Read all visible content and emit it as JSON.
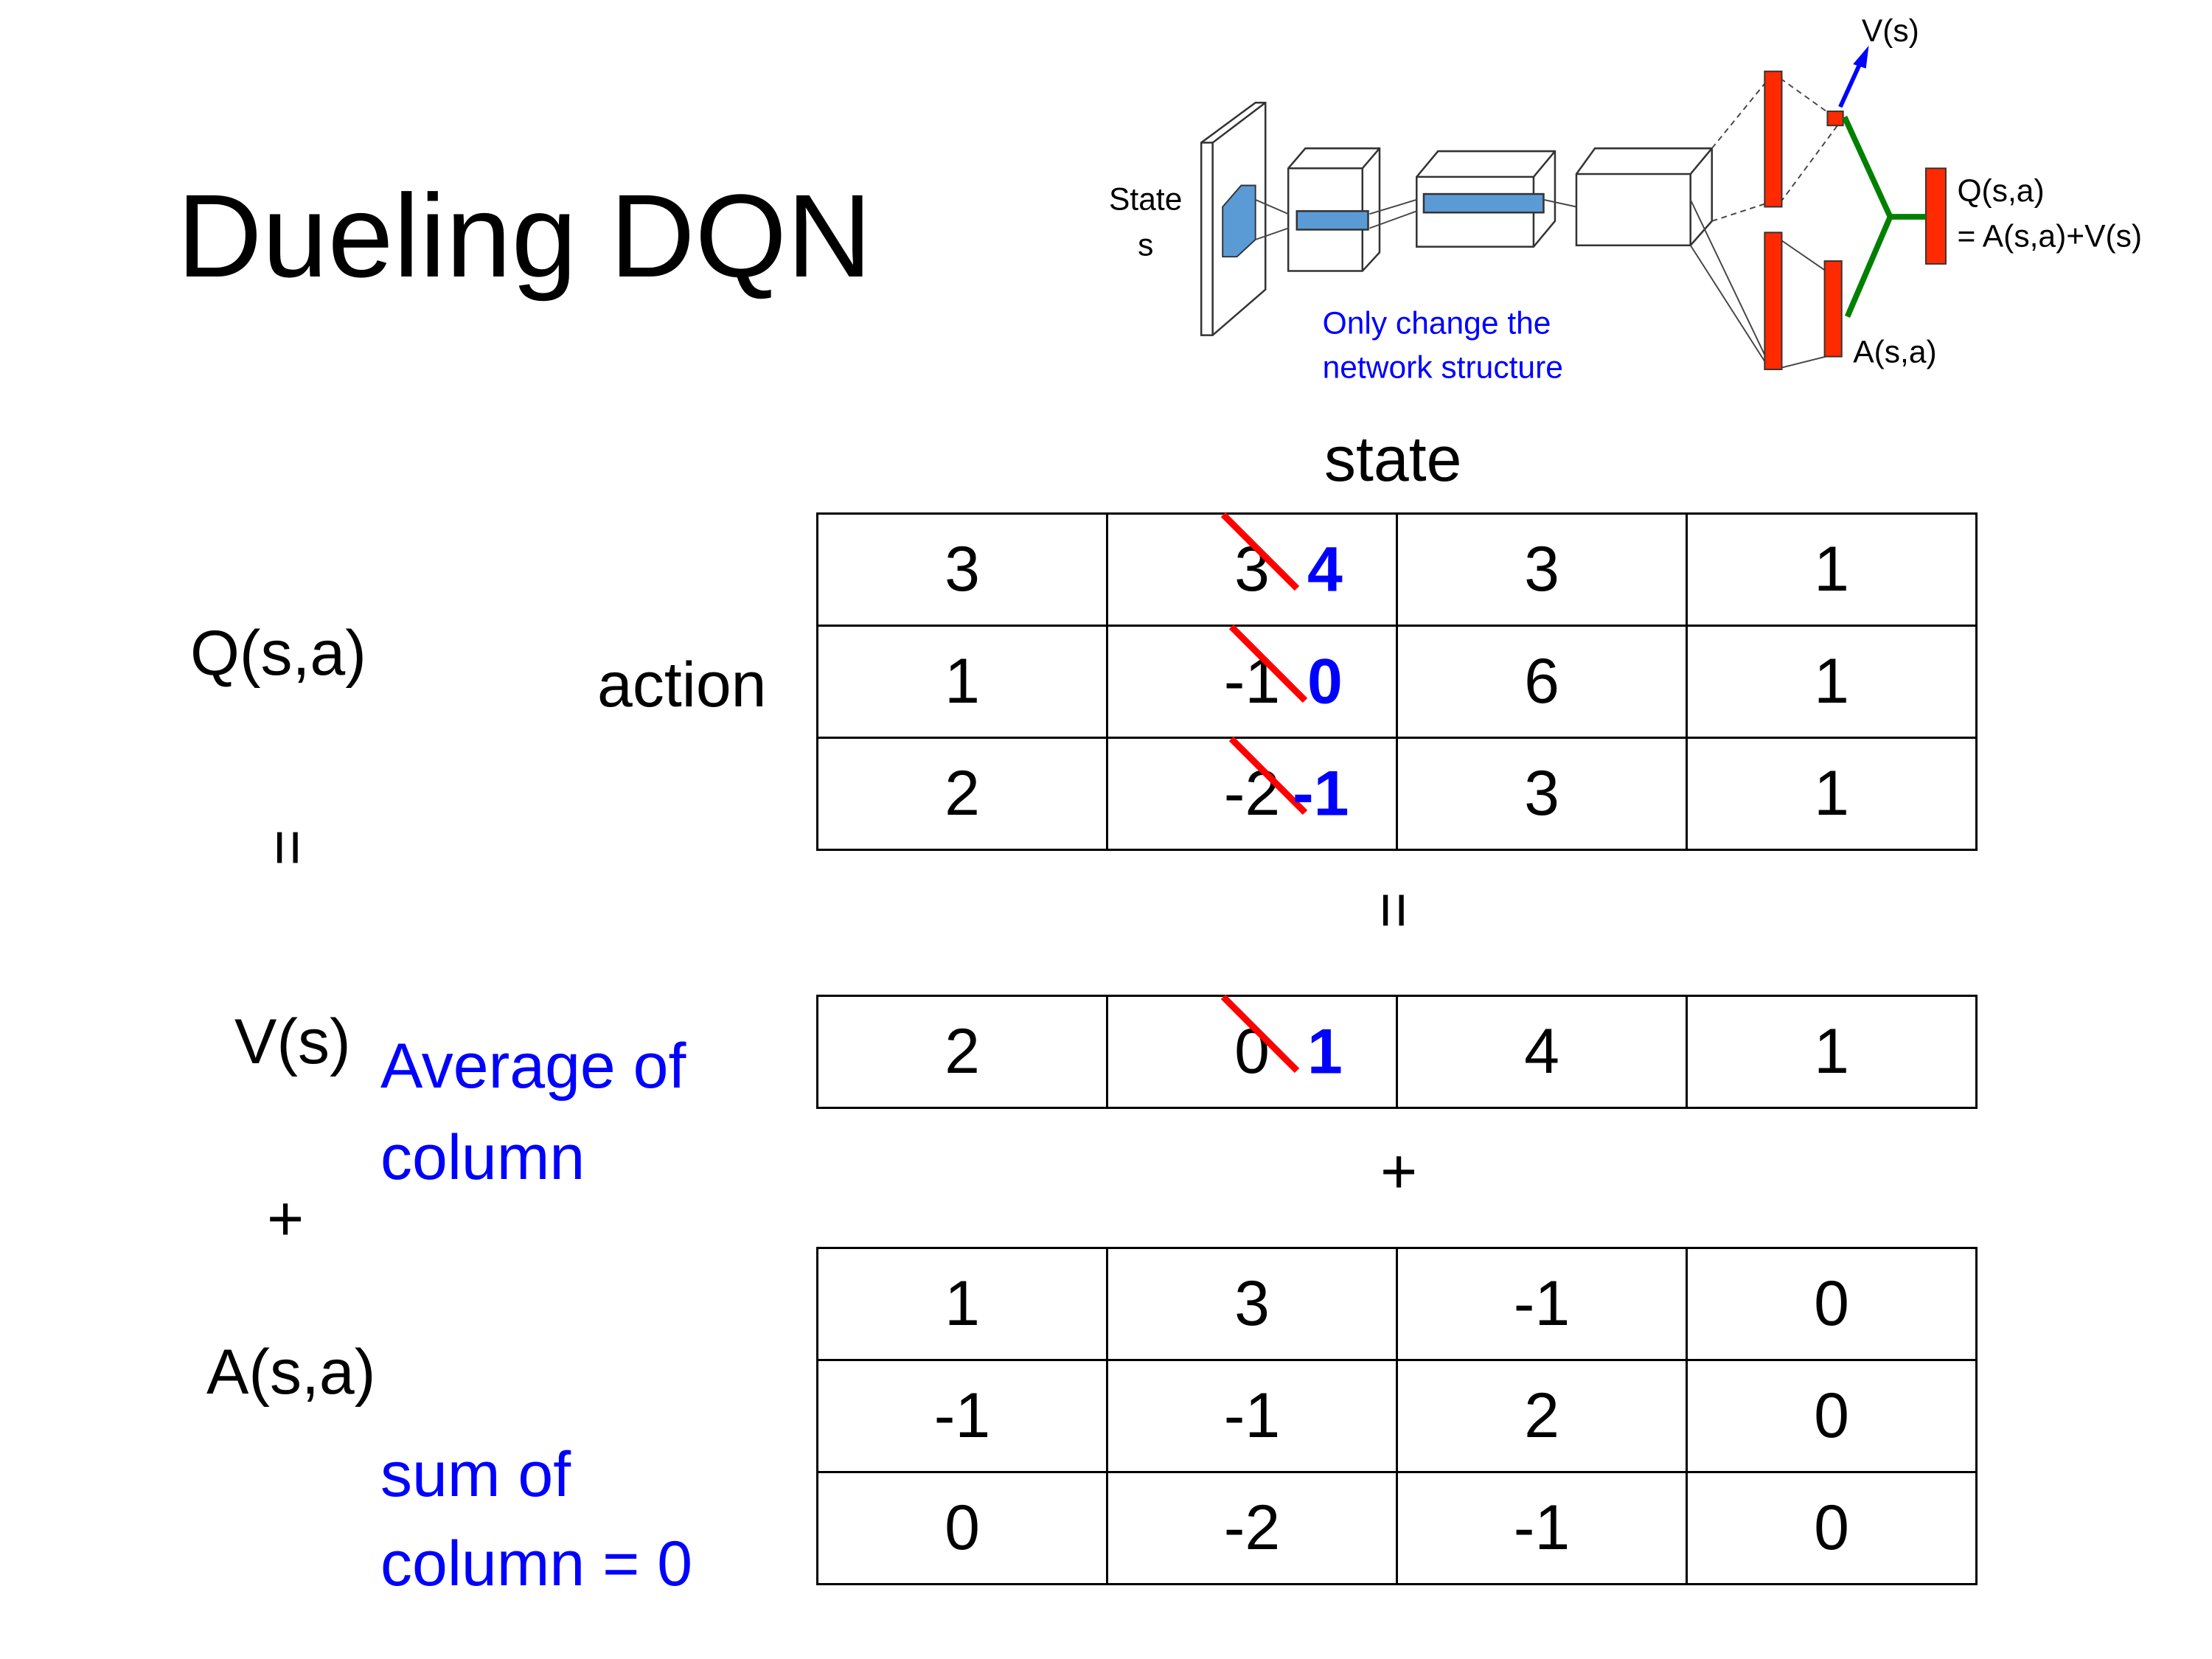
{
  "title": "Dueling DQN",
  "diagram": {
    "state_label": "State",
    "state_symbol": "s",
    "v_label": "V(s)",
    "q_label": "Q(s,a)",
    "q_formula": "= A(s,a)+V(s)",
    "a_label": "A(s,a)",
    "note_line1": "Only change the",
    "note_line2": "network structure",
    "colors": {
      "layer_fill": "#5b9bd5",
      "bar_fill": "#ff2a00",
      "arrow": "#0000ff",
      "merge": "#008000"
    }
  },
  "labels": {
    "state": "state",
    "action": "action",
    "q": "Q(s,a)",
    "equals_left": "=",
    "equals_mid": "=",
    "v": "V(s)",
    "plus_left": "+",
    "plus_mid": "+",
    "a": "A(s,a)",
    "v_note_line1": "Average of",
    "v_note_line2": "column",
    "a_note_line1": "sum of",
    "a_note_line2": "column = 0"
  },
  "q_table": [
    [
      {
        "value": "3"
      },
      {
        "value": "3",
        "corrected": "4"
      },
      {
        "value": "3"
      },
      {
        "value": "1"
      }
    ],
    [
      {
        "value": "1"
      },
      {
        "value": "-1",
        "corrected": "0"
      },
      {
        "value": "6"
      },
      {
        "value": "1"
      }
    ],
    [
      {
        "value": "2"
      },
      {
        "value": "-2",
        "corrected": "-1"
      },
      {
        "value": "3"
      },
      {
        "value": "1"
      }
    ]
  ],
  "v_table": [
    [
      {
        "value": "2"
      },
      {
        "value": "0",
        "corrected": "1"
      },
      {
        "value": "4"
      },
      {
        "value": "1"
      }
    ]
  ],
  "a_table": [
    [
      {
        "value": "1"
      },
      {
        "value": "3"
      },
      {
        "value": "-1"
      },
      {
        "value": "0"
      }
    ],
    [
      {
        "value": "-1"
      },
      {
        "value": "-1"
      },
      {
        "value": "2"
      },
      {
        "value": "0"
      }
    ],
    [
      {
        "value": "0"
      },
      {
        "value": "-2"
      },
      {
        "value": "-1"
      },
      {
        "value": "0"
      }
    ]
  ],
  "colors": {
    "highlight": "#0000ff",
    "strike": "#ff0000"
  }
}
